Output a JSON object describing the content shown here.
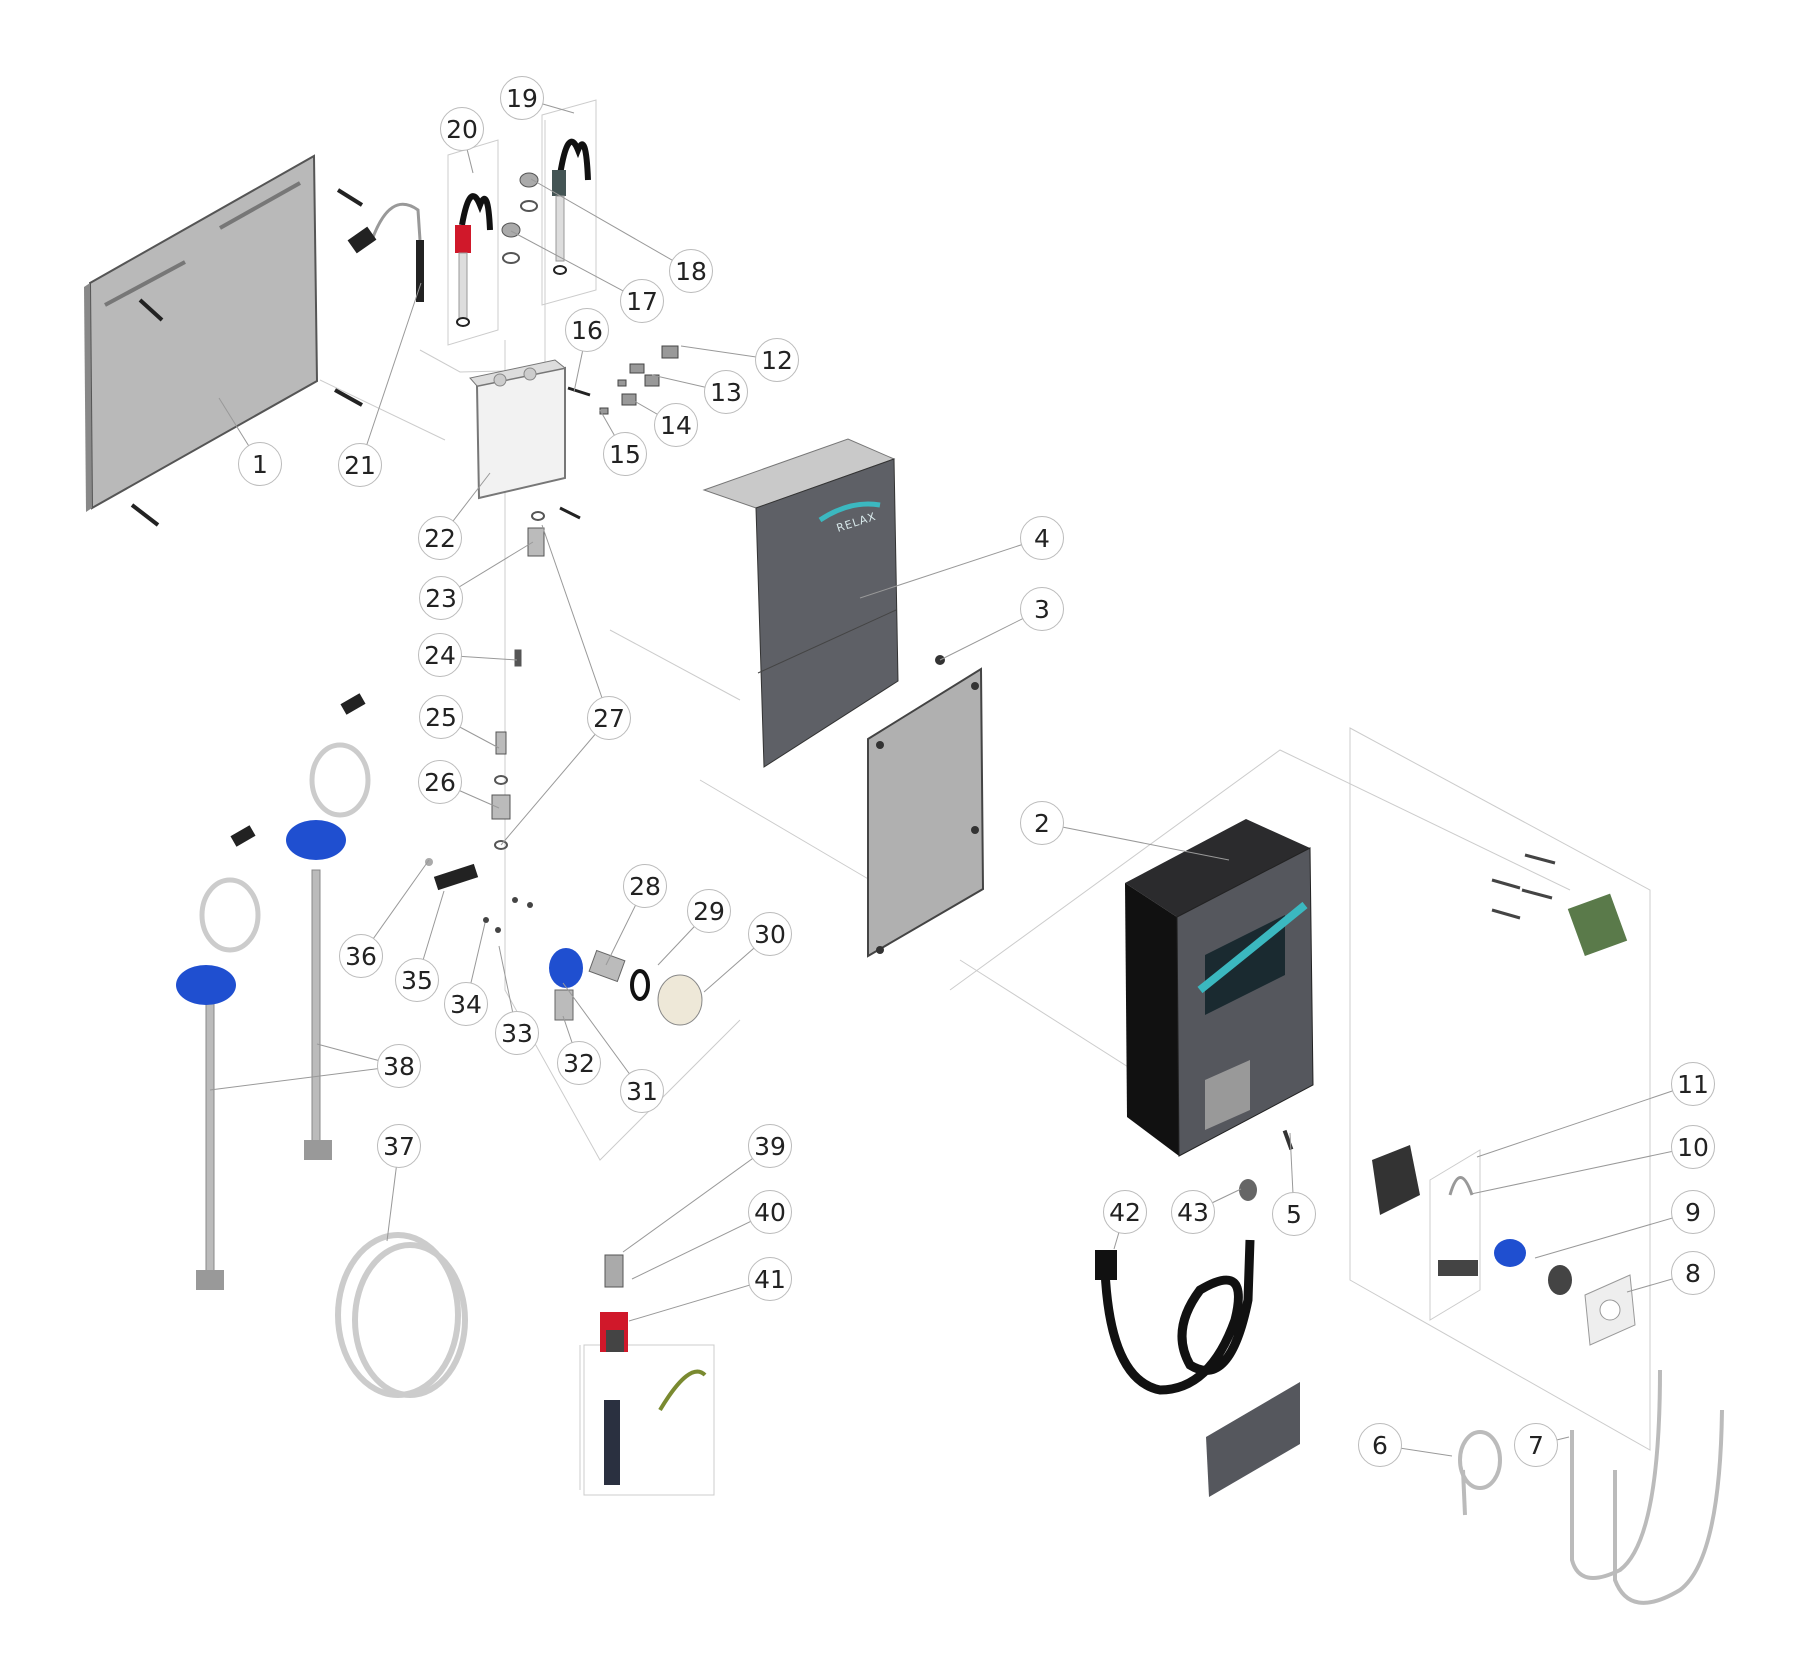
{
  "diagram": {
    "type": "exploded-parts-view",
    "brand_mark": "RELAX",
    "callouts": [
      "1",
      "2",
      "3",
      "4",
      "5",
      "6",
      "7",
      "8",
      "9",
      "10",
      "11",
      "12",
      "13",
      "14",
      "15",
      "16",
      "17",
      "18",
      "19",
      "20",
      "21",
      "22",
      "23",
      "24",
      "25",
      "26",
      "27",
      "28",
      "29",
      "30",
      "31",
      "32",
      "33",
      "34",
      "35",
      "36",
      "37",
      "38",
      "39",
      "40",
      "41",
      "42",
      "43"
    ],
    "colors": {
      "panel": "#b8b8b8",
      "cover": "#5e6066",
      "housing": "#1e1e20",
      "blue_cap": "#1f4fd0",
      "red": "#d0182a",
      "green": "#5a7a4a",
      "screen": "#3bb8c0"
    }
  }
}
